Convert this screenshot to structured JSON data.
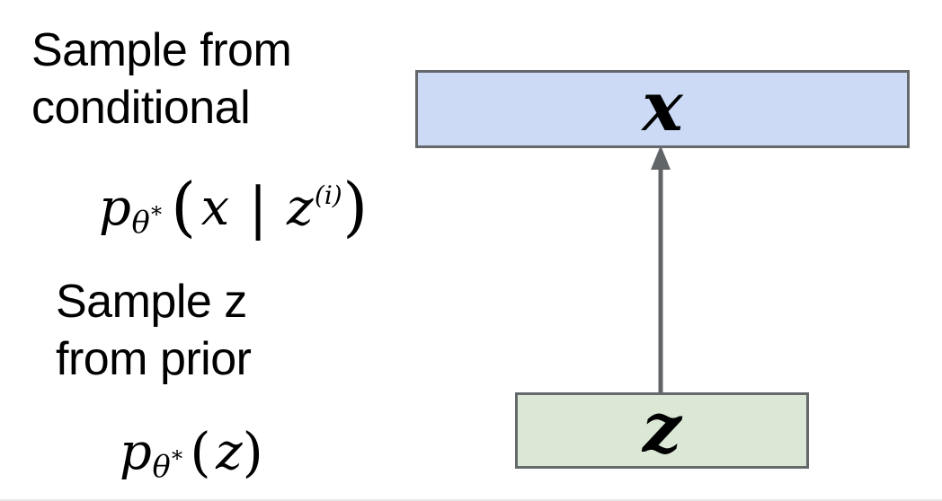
{
  "colors": {
    "text": "#000000",
    "box_x_fill": "#ccdaf5",
    "box_z_fill": "#dce8d6",
    "box_border": "#65696c",
    "arrow": "#616567",
    "edge_line": "#e7e7e7"
  },
  "left_panel": {
    "label_conditional": {
      "line1": "Sample from",
      "line2": "conditional"
    },
    "formula_conditional": {
      "p": "p",
      "sub_theta": "θ",
      "sub_ast": "*",
      "open_paren": "(",
      "arg_x": "x",
      "bar": "|",
      "arg_z": "z",
      "sup_index": "(i)",
      "close_paren": ")"
    },
    "label_prior": {
      "line1": "Sample z",
      "line2": "from prior"
    },
    "formula_prior": {
      "p": "p",
      "sub_theta": "θ",
      "sub_ast": "*",
      "open_paren": "(",
      "arg_z": "z",
      "close_paren": ")"
    }
  },
  "diagram": {
    "x_box": {
      "label": "x"
    },
    "z_box": {
      "label": "z"
    },
    "arrow": {
      "direction": "up"
    }
  }
}
